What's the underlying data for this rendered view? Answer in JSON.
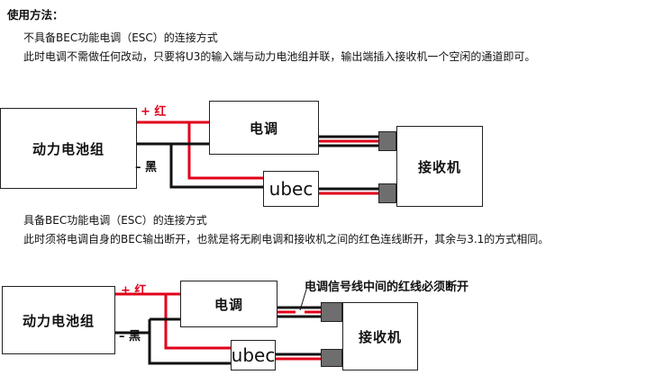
{
  "instructions": {
    "title": "使用方法：",
    "section1_heading": "不具备BEC功能电调（ESC）的连接方式",
    "section1_body": "此时电调不需做任何改动，只要将U3的输入端与动力电池组并联，输出端插入接收机一个空闲的通道即可。",
    "section2_heading": "具备BEC功能电调（ESC）的连接方式",
    "section2_body": "此时须将电调自身的BEC输出断开，也就是将无刷电调和接收机之间的红色连线断开，其余与3.1的方式相同。"
  },
  "diagram1": {
    "battery": "动力电池组",
    "esc": "电调",
    "receiver": "接收机",
    "ubec": "ubec",
    "plus_red": "+ 红",
    "minus_black": "– 黑"
  },
  "diagram2": {
    "battery": "动力电池组",
    "esc": "电调",
    "receiver": "接收机",
    "ubec": "ubec",
    "plus_red": "+ 红",
    "minus_black": "– 黑",
    "annotation": "电调信号线中间的红线必须断开"
  },
  "colors": {
    "wire_red": "#e0001a",
    "wire_black": "#111111",
    "plug_gray": "#6e6e6e"
  }
}
